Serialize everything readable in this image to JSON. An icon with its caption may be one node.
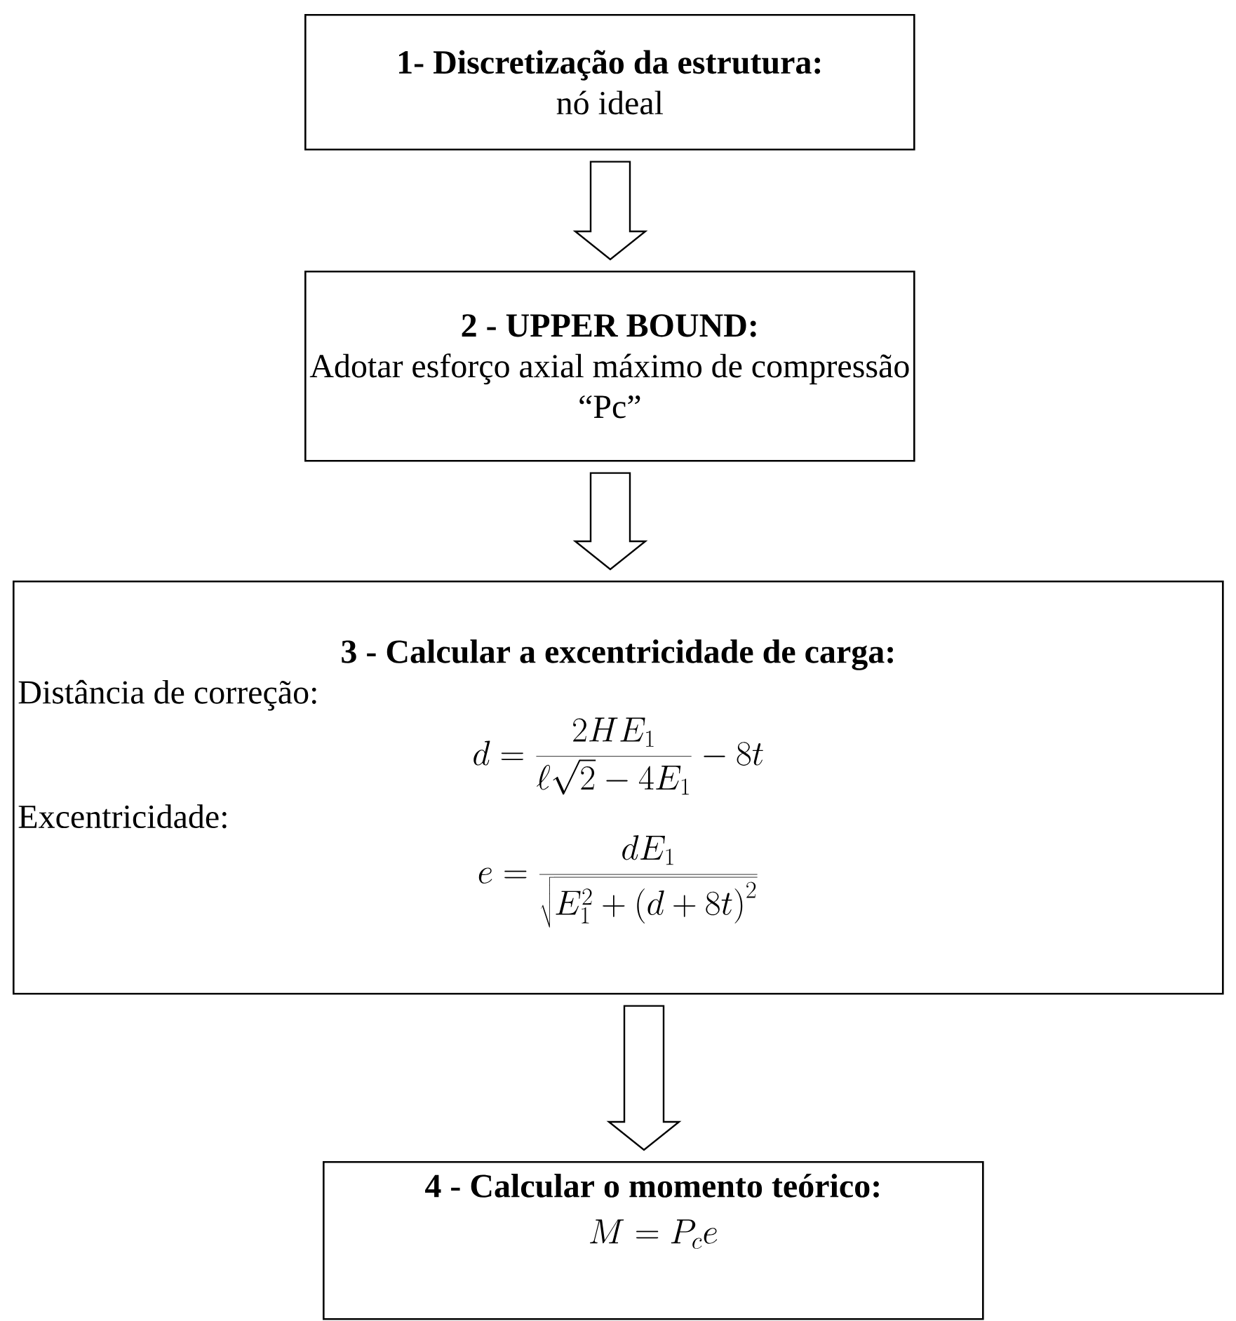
{
  "diagram": {
    "nodes": [
      {
        "text": [
          "1- Discretização da estrutura:",
          "nó ideal"
        ]
      },
      {
        "text": [
          "2 - UPPER BOUND:",
          "Adotar esforço axial máximo de compressão “Pc”"
        ]
      },
      {
        "text": [
          "3 - Calcular a excentricidade de carga:",
          "Distância de correção:",
          "d = \\frac{2HE_1}{\\ell\\sqrt{2}-4E_1}-8t",
          "Excentricidade:",
          "e = \\frac{dE_1}{\\sqrt{E_1^2+\\left(d+8t\\right)^2}}"
        ]
      },
      {
        "text": [
          "4 - Calcular o momento teórico:",
          "M = P_c e"
        ]
      }
    ],
    "edges": [
      {
        "from": 0,
        "to": 1,
        "arrow": "to"
      },
      {
        "from": 1,
        "to": 2,
        "arrow": "to"
      },
      {
        "from": 2,
        "to": 3,
        "arrow": "to"
      }
    ]
  }
}
